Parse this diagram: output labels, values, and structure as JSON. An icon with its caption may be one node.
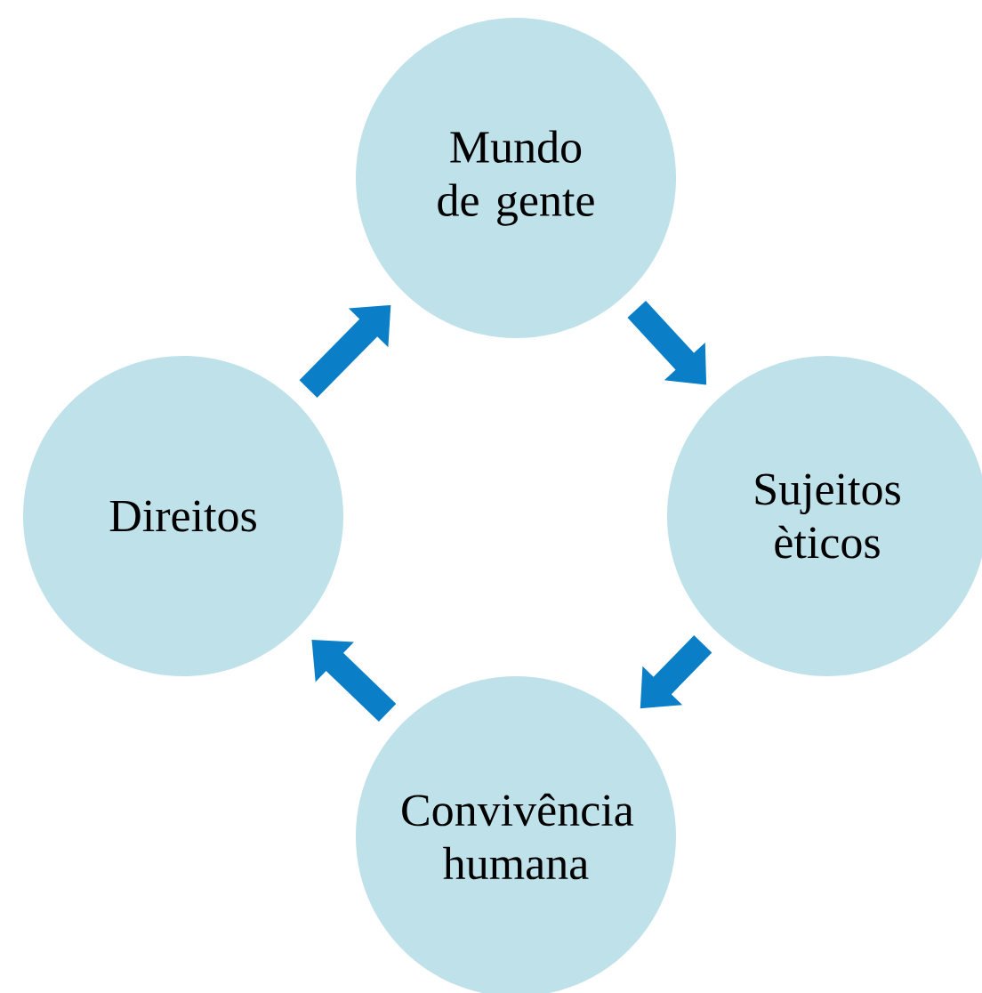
{
  "diagram": {
    "nodes": [
      {
        "text": [
          "Mundo de gente"
        ]
      },
      {
        "text": [
          "Sujeitos èticos"
        ]
      },
      {
        "text": [
          "Convivência humana"
        ]
      },
      {
        "text": [
          "Direitos"
        ]
      }
    ],
    "edges": [
      {
        "from": 0,
        "to": 1,
        "arrow": "to"
      },
      {
        "from": 1,
        "to": 2,
        "arrow": "to"
      },
      {
        "from": 2,
        "to": 3,
        "arrow": "to"
      },
      {
        "from": 3,
        "to": 0,
        "arrow": "to"
      }
    ]
  }
}
